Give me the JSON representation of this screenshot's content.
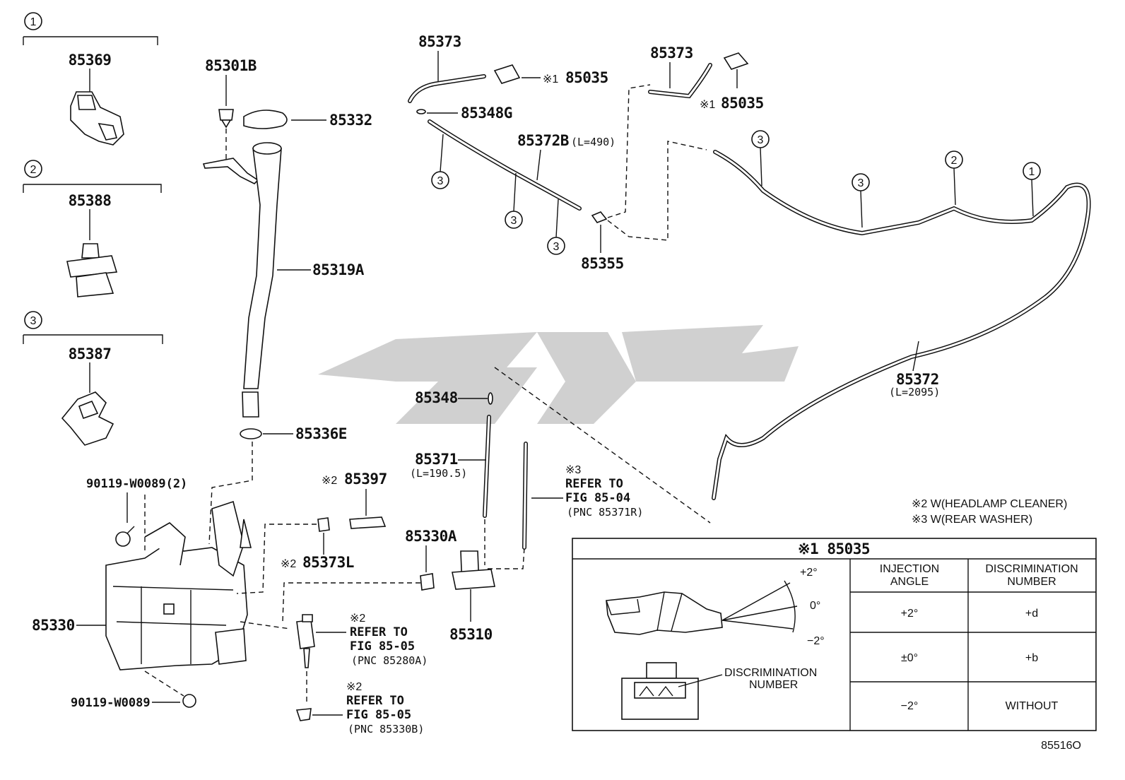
{
  "figure_id": "85516O",
  "clip_groups": [
    {
      "num": "1",
      "part": "85369"
    },
    {
      "num": "2",
      "part": "85388"
    },
    {
      "num": "3",
      "part": "85387"
    }
  ],
  "labels": {
    "p85301B": "85301B",
    "p85332": "85332",
    "p85319A": "85319A",
    "p85336E": "85336E",
    "p90119_2": "90119-W0089(2)",
    "p90119": "90119-W0089",
    "p85330": "85330",
    "p85397": "85397",
    "p85373L": "85373L",
    "p85330A": "85330A",
    "p85310": "85310",
    "p85348": "85348",
    "p85371": "85371",
    "p85371_len": "(L=190.5)",
    "p85373_a": "85373",
    "p85373_b": "85373",
    "p85035_a": "85035",
    "p85035_b": "85035",
    "p85348G": "85348G",
    "p85372B": "85372B",
    "p85372B_len": "(L=490)",
    "p85355": "85355",
    "p85372": "85372",
    "p85372_len": "(L=2095)"
  },
  "marks": {
    "m1": "※1",
    "m2": "※2",
    "m3": "※3"
  },
  "refs": {
    "rear": {
      "mark": "※3",
      "line1": "REFER TO",
      "line2": "FIG 85-04",
      "line3": "(PNC 85371R)"
    },
    "hl_pump": {
      "mark": "※2",
      "line1": "REFER TO",
      "line2": "FIG 85-05",
      "line3": "(PNC 85280A)"
    },
    "hl_valve": {
      "mark": "※2",
      "line1": "REFER TO",
      "line2": "FIG 85-05",
      "line3": "(PNC 85330B)"
    }
  },
  "notes": [
    "※2 W(HEADLAMP CLEANER)",
    "※3 W(REAR WASHER)"
  ],
  "nozzle_table": {
    "title": "※1 85035",
    "col1": "INJECTION ANGLE",
    "col2": "DISCRIMINATION NUMBER",
    "rows": [
      {
        "angle": "+2°",
        "number": "+d"
      },
      {
        "angle": "±0°",
        "number": "+b"
      },
      {
        "angle": "−2°",
        "number": "WITHOUT"
      }
    ],
    "angle_top": "+2°",
    "angle_mid": "0°",
    "angle_bot": "−2°",
    "callout_line1": "DISCRIMINATION",
    "callout_line2": "NUMBER"
  },
  "watermark_color": "#c8c8c8"
}
